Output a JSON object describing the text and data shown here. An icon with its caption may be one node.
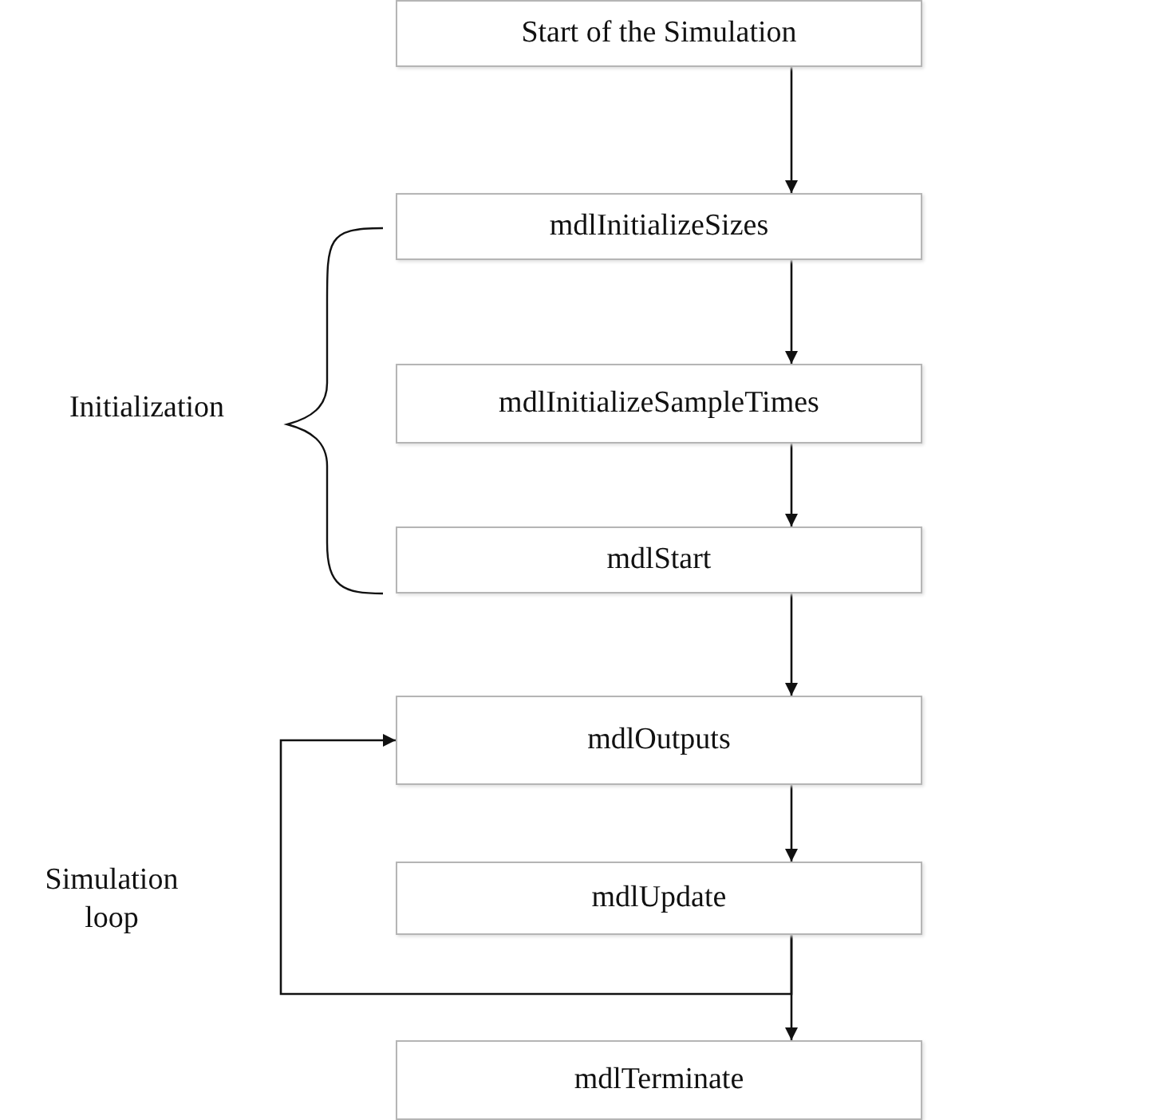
{
  "diagram": {
    "nodes": [
      {
        "text": [
          "Start of the Simulation"
        ]
      },
      {
        "text": [
          "mdlInitializeSizes"
        ]
      },
      {
        "text": [
          "mdlInitializeSampleTimes"
        ]
      },
      {
        "text": [
          "mdlStart"
        ]
      },
      {
        "text": [
          "mdlOutputs"
        ]
      },
      {
        "text": [
          "mdlUpdate"
        ]
      },
      {
        "text": [
          "mdlTerminate"
        ]
      }
    ],
    "edges": [
      {
        "from": 0,
        "to": 1,
        "arrow": "to"
      },
      {
        "from": 1,
        "to": 2,
        "arrow": "to"
      },
      {
        "from": 2,
        "to": 3,
        "arrow": "to"
      },
      {
        "from": 3,
        "to": 4,
        "arrow": "to"
      },
      {
        "from": 4,
        "to": 5,
        "arrow": "to"
      },
      {
        "from": 5,
        "to": 6,
        "arrow": "to"
      },
      {
        "from": 5,
        "to": 4,
        "arrow": "to"
      }
    ],
    "labels": [
      "Initialization",
      "Simulation loop"
    ]
  }
}
